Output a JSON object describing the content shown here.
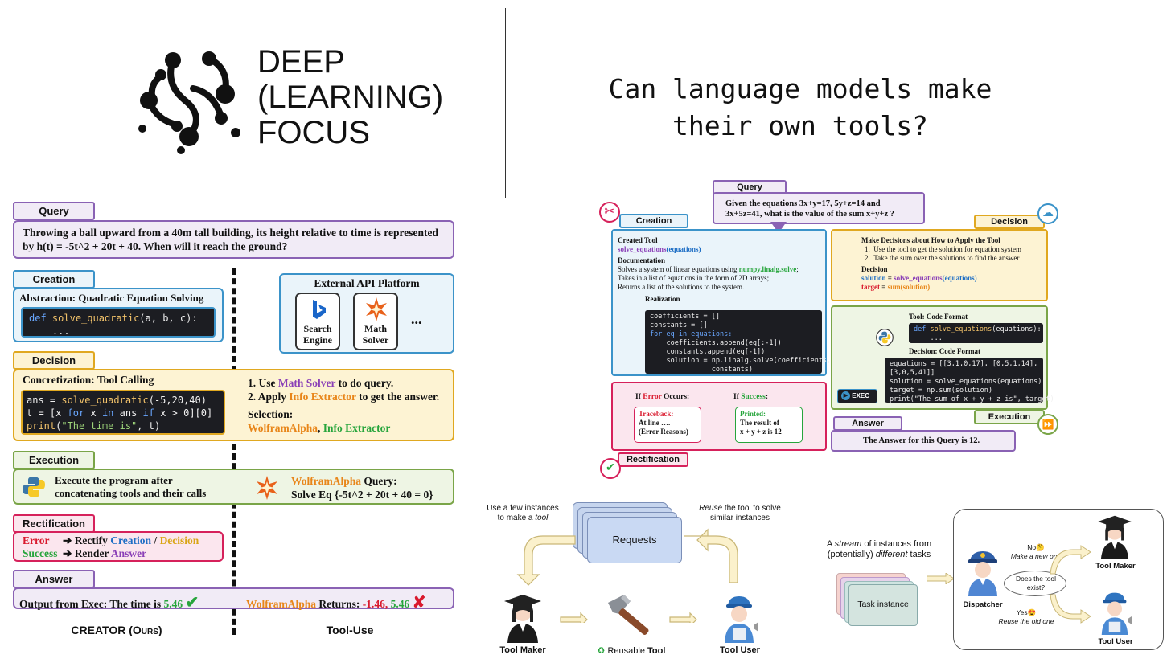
{
  "header": {
    "logo_line1": "DEEP",
    "logo_line2": "(LEARNING)",
    "logo_line3": "FOCUS",
    "question_line1": "Can language models make",
    "question_line2": "their own tools?"
  },
  "left": {
    "query_tab": "Query",
    "query_text": "Throwing a ball upward from a 40m tall building, its height relative to time is represented by h(t) = -5t^2 + 20t + 40. When will it reach the ground?",
    "creation_tab": "Creation",
    "abstraction": "Abstraction: Quadratic Equation Solving",
    "code1_line1": "def solve_quadratic(a, b, c):",
    "code1_line2": "...",
    "api_title": "External API Platform",
    "api_search": "Search Engine",
    "api_math": "Math Solver",
    "api_more": "...",
    "decision_tab": "Decision",
    "concretization": "Concretization: Tool Calling",
    "code2_line1": "ans = solve_quadratic(-5,20,40)",
    "code2_line2": "t = [x for x in ans if x > 0][0]",
    "code2_line3": "print(\"The time is\", t)",
    "use1_prefix": "1. Use",
    "use1_tool": "Math Solver",
    "use1_suffix": "to do query.",
    "use2_prefix": "2. Apply",
    "use2_tool": "Info Extractor",
    "use2_suffix": "to get the answer.",
    "selection_label": "Selection:",
    "selection_a": "WolframAlpha",
    "selection_sep": ",",
    "selection_b": "Info Extractor",
    "execution_tab": "Execution",
    "exec_text": "Execute the program after concatenating tools and their calls",
    "wolfram_query_name": "WolframAlpha",
    "wolfram_query_label": "Query:",
    "wolfram_query_eq": "Solve Eq {-5t^2 + 20t + 40 = 0}",
    "rectification_tab": "Rectification",
    "rect_error": "Error",
    "rect_error_action": "Rectify",
    "rect_creation": "Creation",
    "rect_slash": "/",
    "rect_decision": "Decision",
    "rect_success": "Success",
    "rect_success_action": "Render",
    "rect_answer": "Answer",
    "answer_tab": "Answer",
    "answer_left_prefix": "Output from Exec: The time is",
    "answer_left_value": "5.46",
    "answer_right_name": "WolframAlpha",
    "answer_right_label": "Returns:",
    "answer_right_v1": "-1.46,",
    "answer_right_v2": "5.46",
    "footer_left": "CREATOR (Ours)",
    "footer_right": "Tool-Use"
  },
  "right": {
    "query_tab": "Query",
    "query_text": "Given the equations 3x+y=17, 5y+z=14 and 3x+5z=41, what is the value of the sum x+y+z ?",
    "creation_tab": "Creation",
    "created_tool_label": "Created Tool",
    "created_tool_fn": "solve_equations",
    "created_tool_arg": "(equations)",
    "doc_label": "Documentation",
    "doc_line1_prefix": "Solves a system of linear equations using",
    "doc_line1_fn": "numpy.linalg.solve",
    "doc_line1_suffix": ";",
    "doc_line2": "Takes in a list of equations in the form of 2D arrays;",
    "doc_line3": "Returns a list of the solutions to the system.",
    "realization_label": "Realization",
    "realization_code": [
      "coefficients = []",
      "constants = []",
      "for eq in equations:",
      "    coefficients.append(eq[:-1])",
      "    constants.append(eq[-1])",
      "    solution = np.linalg.solve(coefficients,",
      "               constants)"
    ],
    "decision_tab": "Decision",
    "decision_title": "Make Decisions about How to Apply the Tool",
    "decision_item1": "Use the tool to get the solution for equation system",
    "decision_item2": "Take the sum over the solutions to find the answer",
    "decision_label": "Decision",
    "decision_sol_var": "solution",
    "decision_sol_eq": "=",
    "decision_sol_fn": "solve_equations",
    "decision_sol_arg": "(equations)",
    "decision_tgt_var": "target",
    "decision_tgt_eq": "=",
    "decision_tgt_fn": "sum",
    "decision_tgt_arg": "(solution)",
    "tool_code_label": "Tool: Code Format",
    "tool_code_line1": "def solve_equations(equations):",
    "tool_code_line2": "    ...",
    "decision_code_label": "Decision: Code Format",
    "decision_code": [
      "equations = [[3,1,0,17], [0,5,1,14],",
      "[3,0,5,41]]",
      "solution = solve_equations(equations)",
      "target = np.sum(solution)",
      "print(\"The sum of x + y + z is\", target)"
    ],
    "exec_button": "EXEC",
    "execution_tab": "Execution",
    "error_prefix": "If",
    "error_word": "Error",
    "error_suffix": "Occurs:",
    "traceback_label": "Traceback:",
    "traceback_line1": "At line ….",
    "traceback_line2": "(Error Reasons)",
    "success_prefix": "If",
    "success_word": "Success",
    "success_suffix": ":",
    "printed_label": "Printed:",
    "printed_line1": "The result of",
    "printed_line2": "x + y + z  is 12",
    "answer_tab": "Answer",
    "answer_text": "The Answer for this Query is 12.",
    "rectification_tab": "Rectification"
  },
  "bottom_mid": {
    "caption_left_line1": "Use a few instances",
    "caption_left_line2a": "to make a",
    "caption_left_line2b": "tool",
    "requests": "Requests",
    "caption_right_line1a": "Reuse",
    "caption_right_line1b": "the tool to solve",
    "caption_right_line2": "similar instances",
    "tool_maker": "Tool Maker",
    "reusable_prefix": "♻",
    "reusable_text": "Reusable",
    "reusable_bold": "Tool",
    "tool_user": "Tool User"
  },
  "bottom_right": {
    "stream_line1a": "A",
    "stream_line1b": "stream",
    "stream_line1c": "of instances from",
    "stream_line2a": "(potentially)",
    "stream_line2b": "different",
    "stream_line2c": "tasks",
    "task_instance": "Task instance",
    "dispatcher": "Dispatcher",
    "no_label": "No🤔",
    "no_action": "Make a new one",
    "cloud_text": "Does the tool exist?",
    "yes_label": "Yes😍",
    "yes_action": "Reuse the old one",
    "tool_maker": "Tool Maker",
    "tool_user": "Tool User"
  },
  "colors": {
    "query": "#8a62b4",
    "query_bg": "#f1ebf6",
    "creation": "#3b93c9",
    "creation_bg": "#eaf4fa",
    "decision": "#e0a820",
    "decision_bg": "#fdf3d3",
    "execution": "#7aa548",
    "execution_bg": "#eef5e4",
    "rectification": "#d6215b",
    "rectification_bg": "#fbe6ee",
    "answer": "#8a62b4",
    "answer_bg": "#f1ebf6"
  }
}
